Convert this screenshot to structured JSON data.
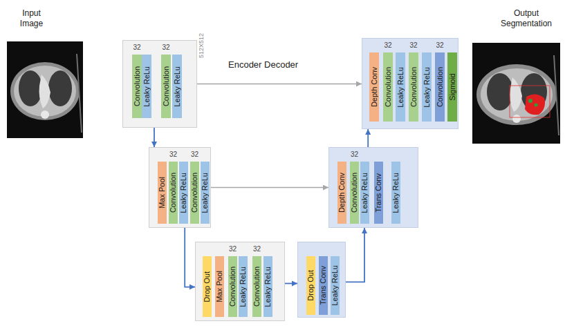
{
  "diagram": {
    "nodes": [
      {
        "text": [
          "32",
          "32"
        ]
      },
      {
        "text": [
          "Convolution"
        ],
        "in": 0
      },
      {
        "text": [
          "Leaky ReLu"
        ],
        "in": 0
      },
      {
        "text": [
          "Convolution"
        ],
        "in": 0
      },
      {
        "text": [
          "Leaky ReLu"
        ],
        "in": 0
      },
      {
        "text": [
          "32",
          "32",
          "32"
        ]
      },
      {
        "text": [
          "Depth Conv"
        ],
        "in": 5
      },
      {
        "text": [
          "Convolution"
        ],
        "in": 5
      },
      {
        "text": [
          "Leaky ReLu"
        ],
        "in": 5
      },
      {
        "text": [
          "Convolution"
        ],
        "in": 5
      },
      {
        "text": [
          "Leaky ReLu"
        ],
        "in": 5
      },
      {
        "text": [
          "Convolution"
        ],
        "in": 5
      },
      {
        "text": [
          "Sigmoid"
        ],
        "in": 5
      },
      {
        "text": [
          "32",
          "32"
        ]
      },
      {
        "text": [
          "Max Pool"
        ],
        "in": 13
      },
      {
        "text": [
          "Convolution"
        ],
        "in": 13
      },
      {
        "text": [
          "Leaky ReLu"
        ],
        "in": 13
      },
      {
        "text": [
          "Convolution"
        ],
        "in": 13
      },
      {
        "text": [
          "Leaky ReLu"
        ],
        "in": 13
      },
      {
        "text": [
          "32"
        ]
      },
      {
        "text": [
          "Depth Conv"
        ],
        "in": 19
      },
      {
        "text": [
          "Convolution"
        ],
        "in": 19
      },
      {
        "text": [
          "Leaky ReLu"
        ],
        "in": 19
      },
      {
        "text": [
          "Trans Conv"
        ],
        "in": 19
      },
      {
        "text": [
          "Leaky ReLu"
        ],
        "in": 19
      },
      {
        "text": [
          "32",
          "32"
        ]
      },
      {
        "text": [
          "Drop Out"
        ],
        "in": 25
      },
      {
        "text": [
          "Max Pool"
        ],
        "in": 25
      },
      {
        "text": [
          "Convolution"
        ],
        "in": 25
      },
      {
        "text": [
          "Leaky ReLu"
        ],
        "in": 25
      },
      {
        "text": [
          "Convolution"
        ],
        "in": 25
      },
      {
        "text": [
          "Leaky ReLu"
        ],
        "in": 25
      },
      {
        "text": []
      },
      {
        "text": [
          "Drop Out"
        ],
        "in": 32
      },
      {
        "text": [
          "Trans Conv"
        ],
        "in": 32
      },
      {
        "text": [
          "Leaky ReLu"
        ],
        "in": 32
      }
    ],
    "edges": [
      {
        "from": 0,
        "to": 13,
        "arrow": "to"
      },
      {
        "from": 13,
        "to": 25,
        "arrow": "to"
      },
      {
        "from": 25,
        "to": 32,
        "arrow": "to"
      },
      {
        "from": 32,
        "to": 19,
        "arrow": "to"
      },
      {
        "from": 19,
        "to": 5,
        "arrow": "to"
      },
      {
        "from": 0,
        "to": 5,
        "arrow": "to"
      },
      {
        "from": 13,
        "to": 19,
        "arrow": "to"
      }
    ],
    "labels": [
      "Input Image",
      "Output Segmentation",
      "Encoder Decoder",
      "512X512"
    ]
  }
}
